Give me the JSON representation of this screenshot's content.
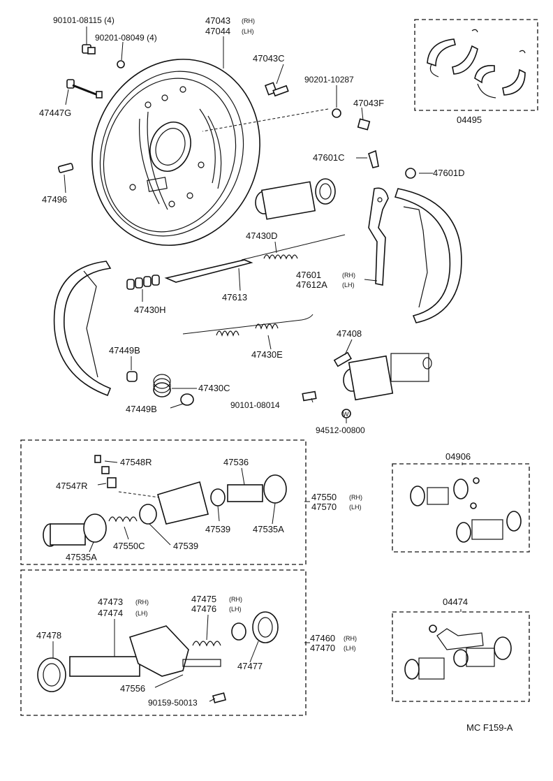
{
  "labels": {
    "bolt_90101_08115": "90101-08115 (4)",
    "washer_90201_08049": "90201-08049 (4)",
    "plate_47043": "47043",
    "plate_47043_side": "(RH)",
    "plate_47044": "47044",
    "plate_47044_side": "(LH)",
    "part_47043C": "47043C",
    "washer_90201_10287": "90201-10287",
    "part_47043F": "47043F",
    "shoe_kit_04495": "04495",
    "pin_47447G": "47447G",
    "part_47496": "47496",
    "clip_47601C": "47601C",
    "part_47601D": "47601D",
    "spring_47430D": "47430D",
    "lever_47601": "47601",
    "lever_47601_side": "(RH)",
    "lever_47612A": "47612A",
    "lever_47612A_side": "(LH)",
    "part_47430H": "47430H",
    "strut_47613": "47613",
    "part_47408": "47408",
    "part_47449B_top": "47449B",
    "spring_47430E": "47430E",
    "spring_47430C": "47430C",
    "part_47449B_bottom": "47449B",
    "bolt_90101_08014": "90101-08014",
    "washer_94512_00800": "94512-00800",
    "washer_symbol": "W",
    "bleeder_47548R": "47548R",
    "cap_47547R": "47547R",
    "piston_47536": "47536",
    "cylinder_47550": "47550",
    "cylinder_47550_side": "(RH)",
    "cylinder_47570": "47570",
    "cylinder_47570_side": "(LH)",
    "cup_47539_mid": "47539",
    "boot_47535A_right": "47535A",
    "boot_47535A_left": "47535A",
    "spring_47550C": "47550C",
    "cup_47539_low": "47539",
    "kit_04906": "04906",
    "piston_47473": "47473",
    "piston_47473_side": "(RH)",
    "piston_47474": "47474",
    "piston_47474_side": "(LH)",
    "adjuster_47475": "47475",
    "adjuster_47475_side": "(RH)",
    "adjuster_47476": "47476",
    "adjuster_47476_side": "(LH)",
    "boot_47478": "47478",
    "cylinder_47460": "47460",
    "cylinder_47460_side": "(RH)",
    "cylinder_47470": "47470",
    "cylinder_47470_side": "(LH)",
    "boot_47477": "47477",
    "part_47556": "47556",
    "bolt_90159_50013": "90159-50013",
    "kit_04474": "04474",
    "figure_code": "MC  F159-A"
  }
}
